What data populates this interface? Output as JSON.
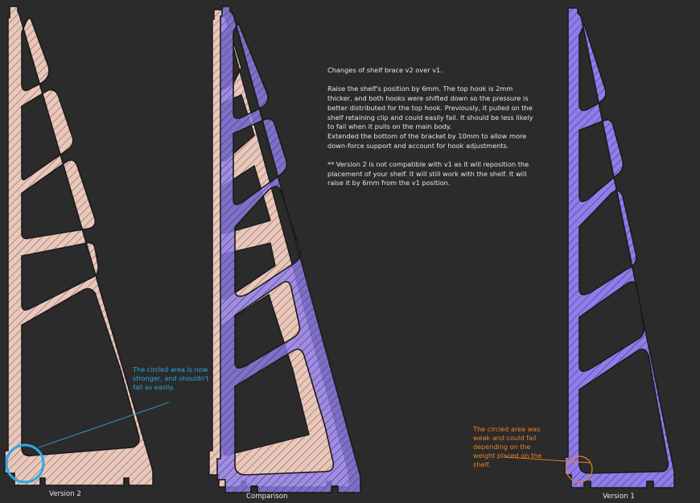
{
  "notes": {
    "heading": "Changes of shelf brace v2 over v1.",
    "paragraph1": "Raise the shelf's position by 6mm. The top hook is 2mm thicker, and both hooks were shifted down so the pressure is better distributed for the top hook. Previously, it pulled on the shelf retaining clip and could easily fail. It should be less likely to fail when it pulls on the main body.",
    "paragraph2": "Extended the bottom of the bracket by 10mm to allow more down-force support and account for hook adjustments.",
    "paragraph3": "** Version 2 is not compatible with v1 as it will reposition the placement of your shelf. It will still work with the shelf. It will raise it by 6mm from the v1 position."
  },
  "captions": {
    "left": "Version 2",
    "center": "Comparison",
    "right": "Version 1"
  },
  "callouts": {
    "v2": "The circled area is now stronger, and shouldn't fail as easily.",
    "v1": "The circled area was weak and could fail depending on the weight placed on the shelf."
  },
  "colors": {
    "background": "#2b2b2b",
    "version2_fill": "#e9c7bb",
    "version1_fill": "#8f7de8",
    "outline": "#1a1a1a",
    "callout_blue": "#2ea6e6",
    "callout_orange": "#e8832a",
    "text": "#e6e6e6"
  }
}
